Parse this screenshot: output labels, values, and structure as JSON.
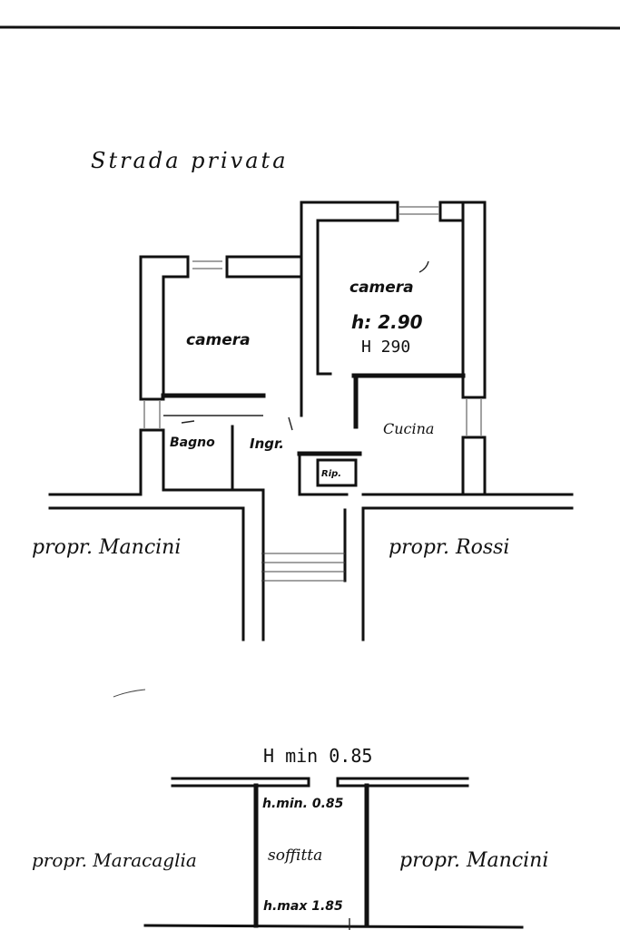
{
  "street_label": "Strada privata",
  "rooms": {
    "camera_left": "camera",
    "camera_right": "camera",
    "height_hand": "h: 2.90",
    "height_typed": "H 290",
    "cucina": "Cucina",
    "bagno": "Bagno",
    "ingresso": "Ingr.",
    "ripostiglio": "Rip."
  },
  "neighbors": {
    "top_left": "propr. Mancini",
    "top_right": "propr. Rossi",
    "bottom_left": "propr. Maracaglia",
    "bottom_right": "propr. Mancini"
  },
  "attic": {
    "height_min_typed": "H min 0.85",
    "height_min_hand": "h.min. 0.85",
    "label": "soffitta",
    "height_max_hand": "h.max 1.85"
  }
}
